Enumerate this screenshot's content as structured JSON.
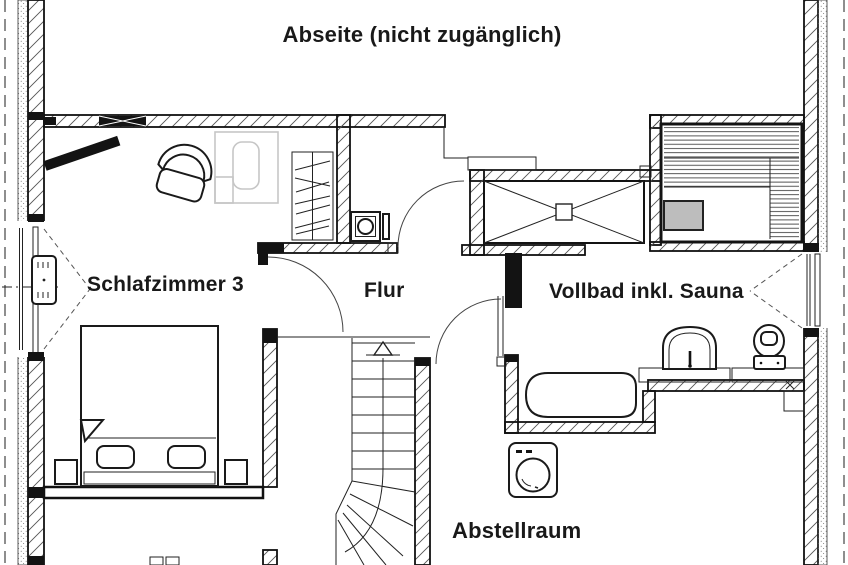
{
  "meta": {
    "type": "floor-plan",
    "floor": "upper storey"
  },
  "rooms": [
    {
      "id": "abseite",
      "label": "Abseite (nicht zugänglich)"
    },
    {
      "id": "schlafzimmer3",
      "label": "Schlafzimmer 3"
    },
    {
      "id": "flur",
      "label": "Flur"
    },
    {
      "id": "vollbad",
      "label": "Vollbad inkl. Sauna"
    },
    {
      "id": "abstellraum",
      "label": "Abstellraum"
    }
  ],
  "fixtures": [
    "double-bed",
    "pillow",
    "nightstand",
    "armchair",
    "wardrobe",
    "ghost-desk-and-chair",
    "radiator",
    "window",
    "shower",
    "floor-drain",
    "sauna-bench",
    "sauna-heater",
    "bathtub",
    "washbasin",
    "toilet",
    "washing-machine",
    "staircase-up-arrow",
    "door-swing",
    "duct-chimney"
  ],
  "colors": {
    "line": "#131313",
    "ghost_furniture": "#c6c6c6",
    "sauna_heater_fill": "#bdbdbd",
    "background": "#ffffff"
  }
}
